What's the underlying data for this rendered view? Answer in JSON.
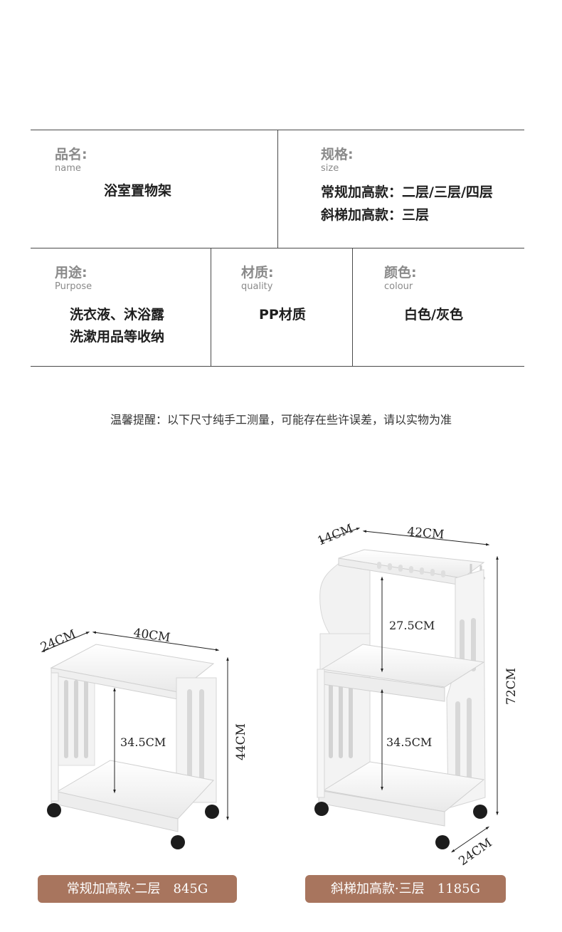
{
  "specs": {
    "name": {
      "label_cn": "品名:",
      "label_en": "name",
      "value": "浴室置物架"
    },
    "size": {
      "label_cn": "规格:",
      "label_en": "size",
      "lines": [
        "常规加高款：二层/三层/四层",
        "斜梯加高款：三层"
      ]
    },
    "purpose": {
      "label_cn": "用途:",
      "label_en": "Purpose",
      "lines": [
        "洗衣液、沐浴露",
        "洗漱用品等收纳"
      ]
    },
    "material": {
      "label_cn": "材质:",
      "label_en": "quality",
      "value": "PP材质"
    },
    "colour": {
      "label_cn": "颜色:",
      "label_en": "colour",
      "value": "白色/灰色"
    }
  },
  "notice": "温馨提醒：以下尺寸纯手工测量，可能存在些许误差，请以实物为准",
  "products": {
    "left": {
      "depth": "24CM",
      "width": "40CM",
      "height": "44CM",
      "gap": "34.5CM",
      "tag": "常规加高款·二层　845G"
    },
    "right": {
      "depth_top": "14CM",
      "width": "42CM",
      "height": "72CM",
      "gap_top": "27.5CM",
      "gap_bottom": "34.5CM",
      "depth_bottom": "24CM",
      "tag": "斜梯加高款·三层　1185G"
    }
  },
  "colors": {
    "tag_bg": "#a8755e",
    "line": "#4a4a4a",
    "label": "#8a8a8a"
  }
}
